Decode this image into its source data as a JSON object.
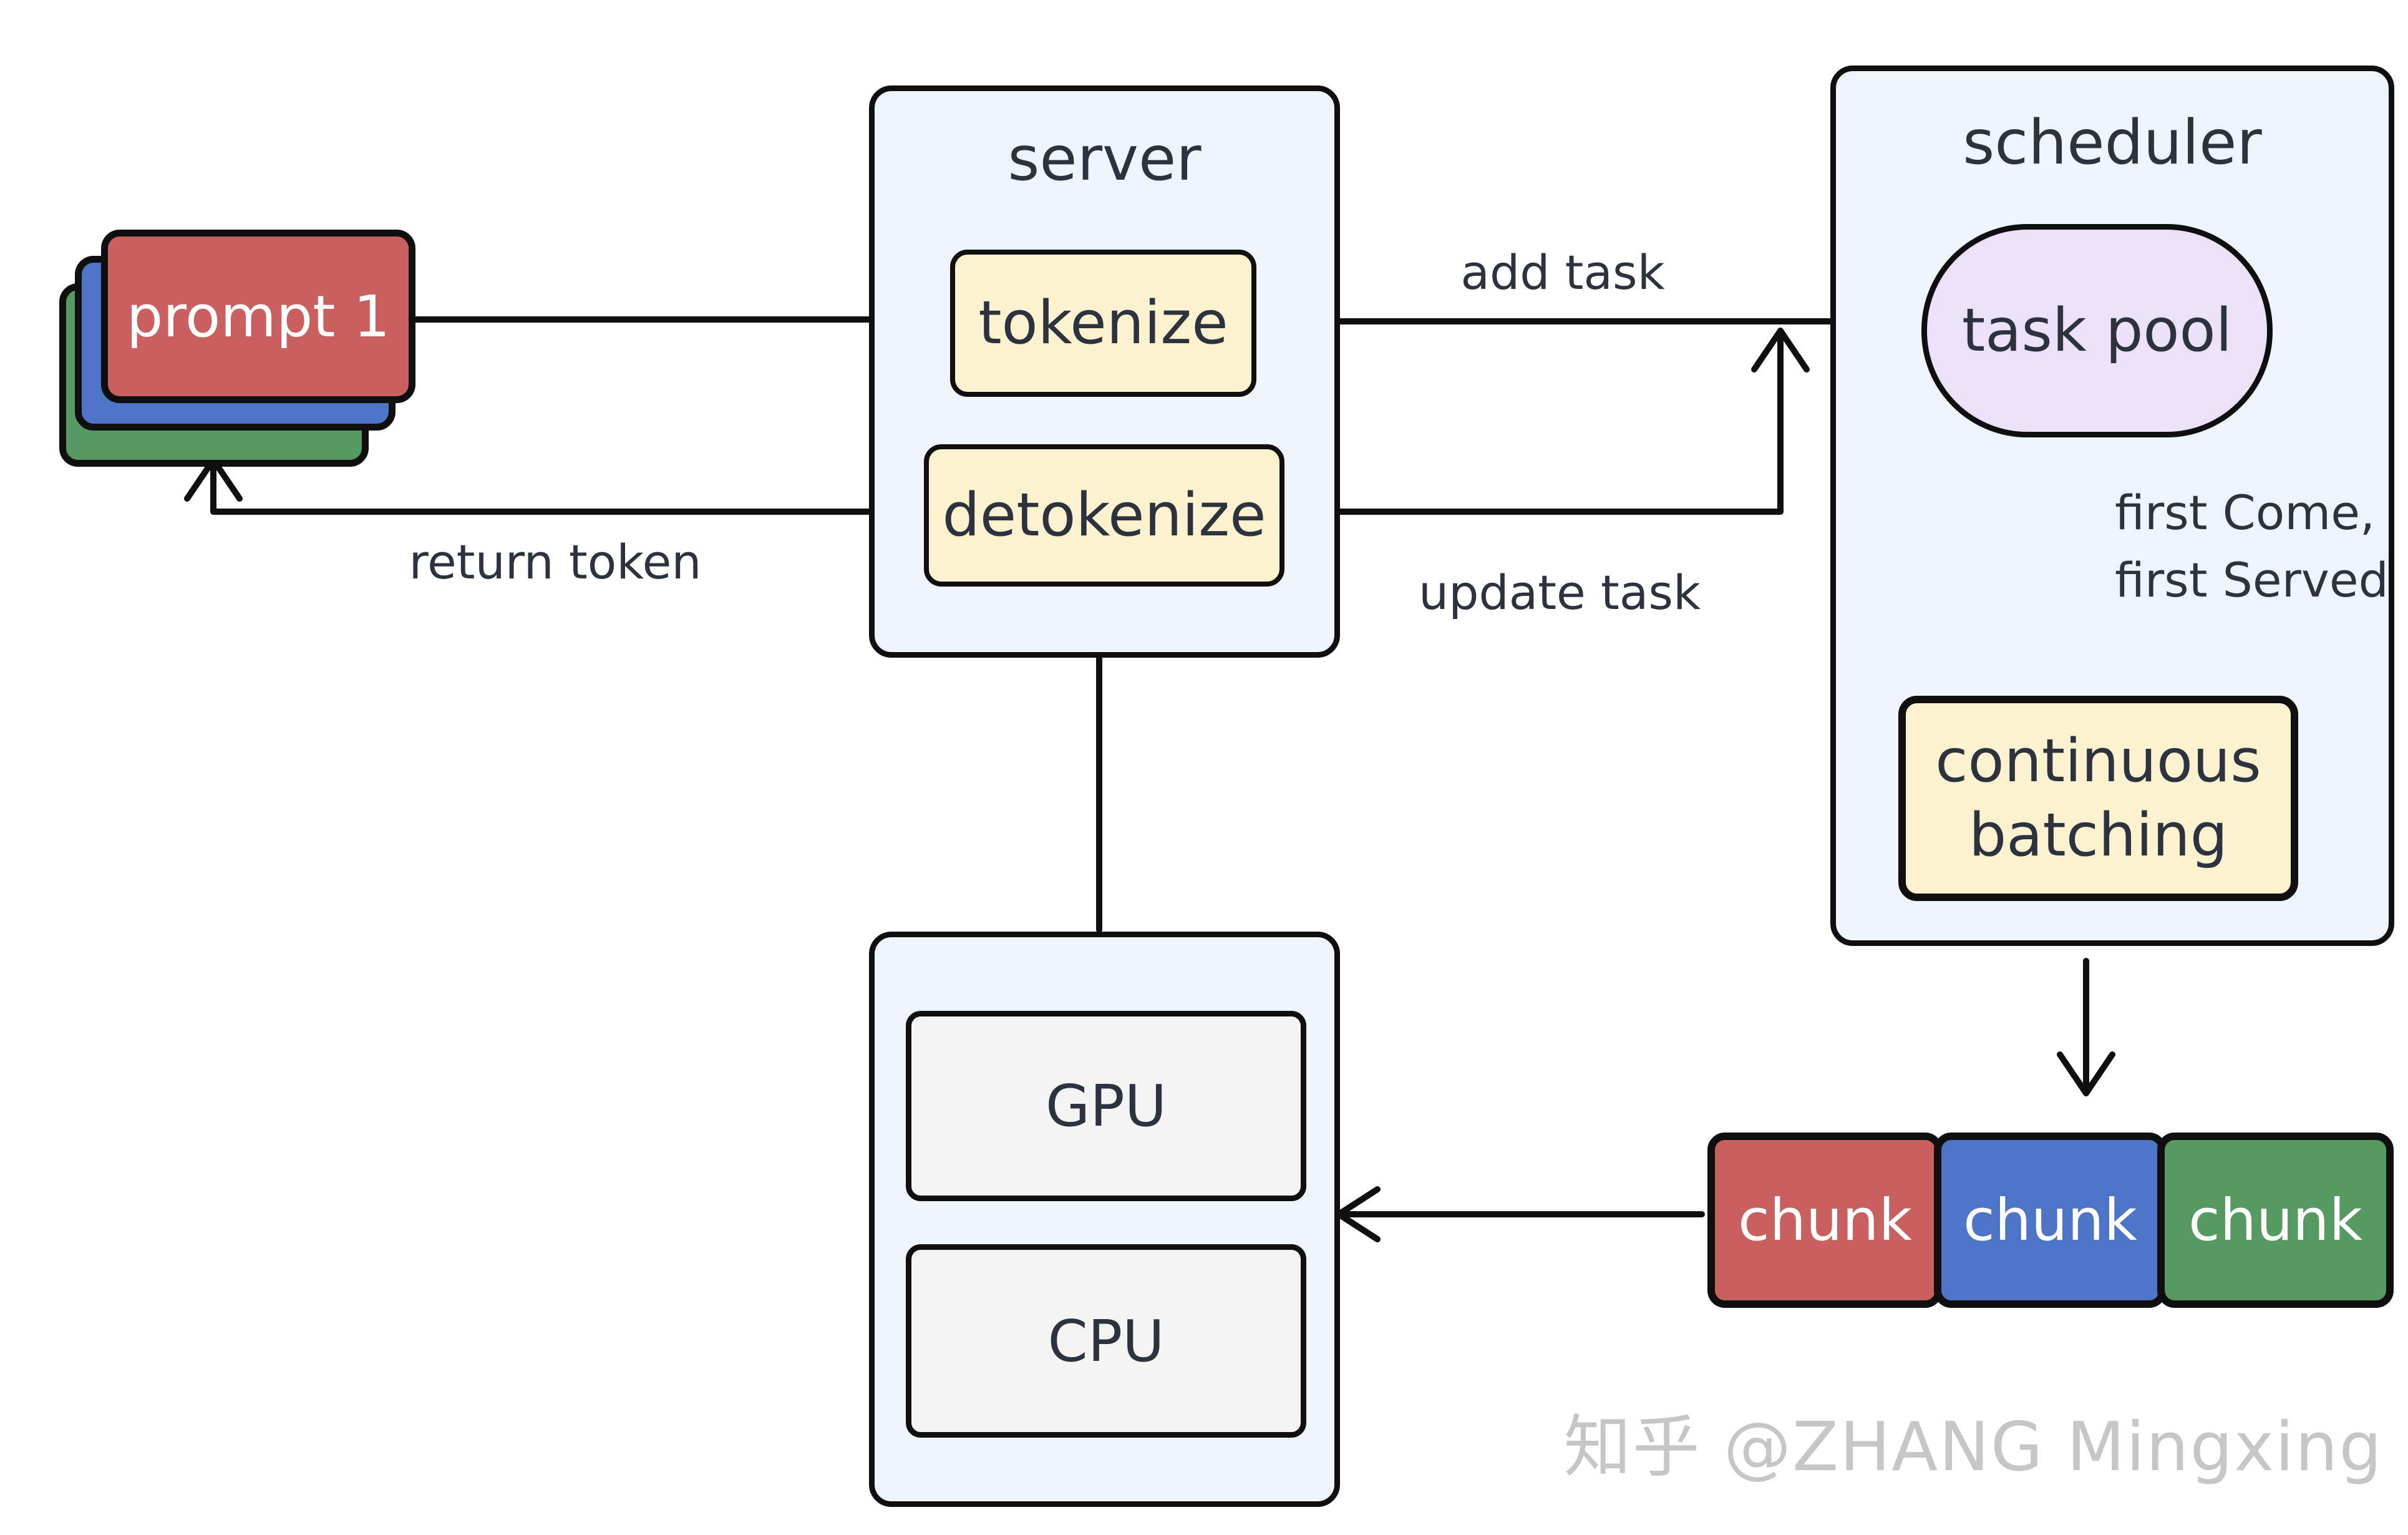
{
  "palette": {
    "container_fill": "#eef3fc",
    "node_yellow": "#fcf2d0",
    "node_purple": "#ece1f8",
    "node_gray": "#f4f4f4",
    "card_red": "#c95f5e",
    "card_blue": "#4d74c6",
    "card_green": "#569a62",
    "line_black": "#0f0f0f",
    "text_dark": "#2d333e",
    "watermark_gray": "#c6c6c6"
  },
  "prompt_stack": {
    "front_label": "prompt 1"
  },
  "server": {
    "title": "server",
    "tokenize_label": "tokenize",
    "detokenize_label": "detokenize"
  },
  "scheduler": {
    "title": "scheduler",
    "task_pool_label": "task pool",
    "continuous_batching_label": "continuous batching"
  },
  "hardware": {
    "gpu_label": "GPU",
    "cpu_label": "CPU"
  },
  "chunks": [
    {
      "label": "chunk",
      "color": "#c95f5e"
    },
    {
      "label": "chunk",
      "color": "#4d74c6"
    },
    {
      "label": "chunk",
      "color": "#569a62"
    }
  ],
  "edge_labels": {
    "add_task": "add task",
    "update_task": "update task",
    "return_token": "return token",
    "fcfs_line1": "first Come,",
    "fcfs_line2": "first Served"
  },
  "watermark": "知乎 @ZHANG Mingxing"
}
